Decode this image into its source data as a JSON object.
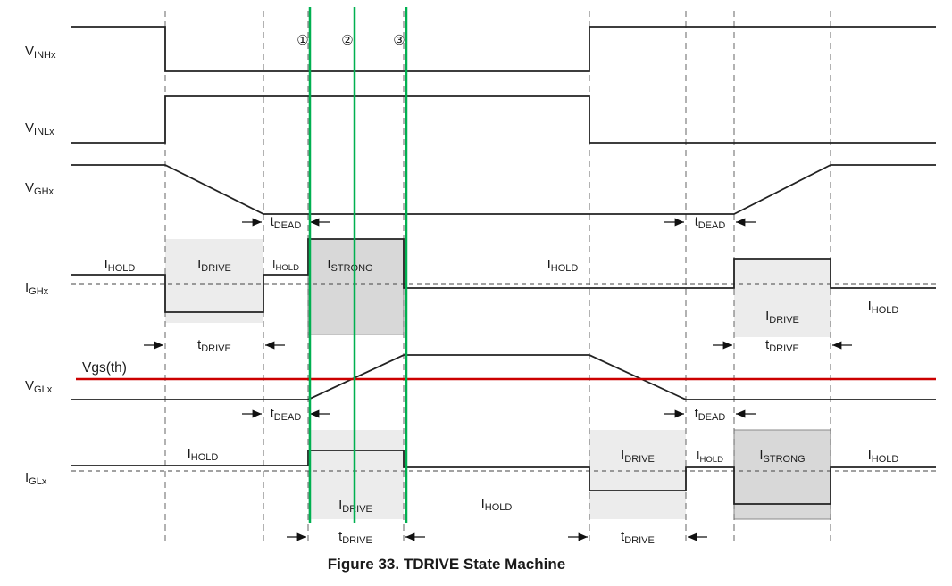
{
  "figure": {
    "caption": "Figure 33.  TDRIVE State Machine"
  },
  "colors": {
    "marker_green": "#00b050",
    "threshold_red": "#cc0000",
    "annotation_red": "#c00000",
    "waveform_black": "#222222",
    "region_light": "#ececec",
    "region_dark": "#d8d8d8"
  },
  "markers": {
    "m1": "①",
    "m2": "②",
    "m3": "③"
  },
  "signals": {
    "vinhx": {
      "main": "V",
      "sub": "INHx"
    },
    "vinlx": {
      "main": "V",
      "sub": "INLx"
    },
    "vghx": {
      "main": "V",
      "sub": "GHx"
    },
    "ighx": {
      "main": "I",
      "sub": "GHx"
    },
    "vglx": {
      "main": "V",
      "sub": "GLx"
    },
    "iglx": {
      "main": "I",
      "sub": "GLx"
    }
  },
  "labels": {
    "ihold": {
      "main": "I",
      "sub": "HOLD"
    },
    "idrive": {
      "main": "I",
      "sub": "DRIVE"
    },
    "istrong": {
      "main": "I",
      "sub": "STRONG"
    },
    "tdead": {
      "main": "t",
      "sub": "DEAD"
    },
    "tdrive": {
      "main": "t",
      "sub": "DRIVE"
    },
    "vgs_th": "Vgs(th)"
  },
  "waveforms": {
    "vinhx": "80,30 185,30 185,80 660,80 660,30 1048,30",
    "vinlx": "80,160 185,160 185,108 660,108 660,160 1048,160",
    "vghx": "80,185 185,185 295,240 822,240 930,185 1048,185",
    "ighx": "80,308 185,308 185,350 295,350 295,308 345,308 345,268 452,268 452,323 822,323 822,290 930,290 930,323 1048,323",
    "vglx": "80,448 345,448 452,398 660,398 768,448 1048,448",
    "iglx": "80,522 345,522 345,505 452,505 452,524 660,524 660,550 768,550 768,524 822,524 822,565 930,565 930,524 1048,524"
  }
}
